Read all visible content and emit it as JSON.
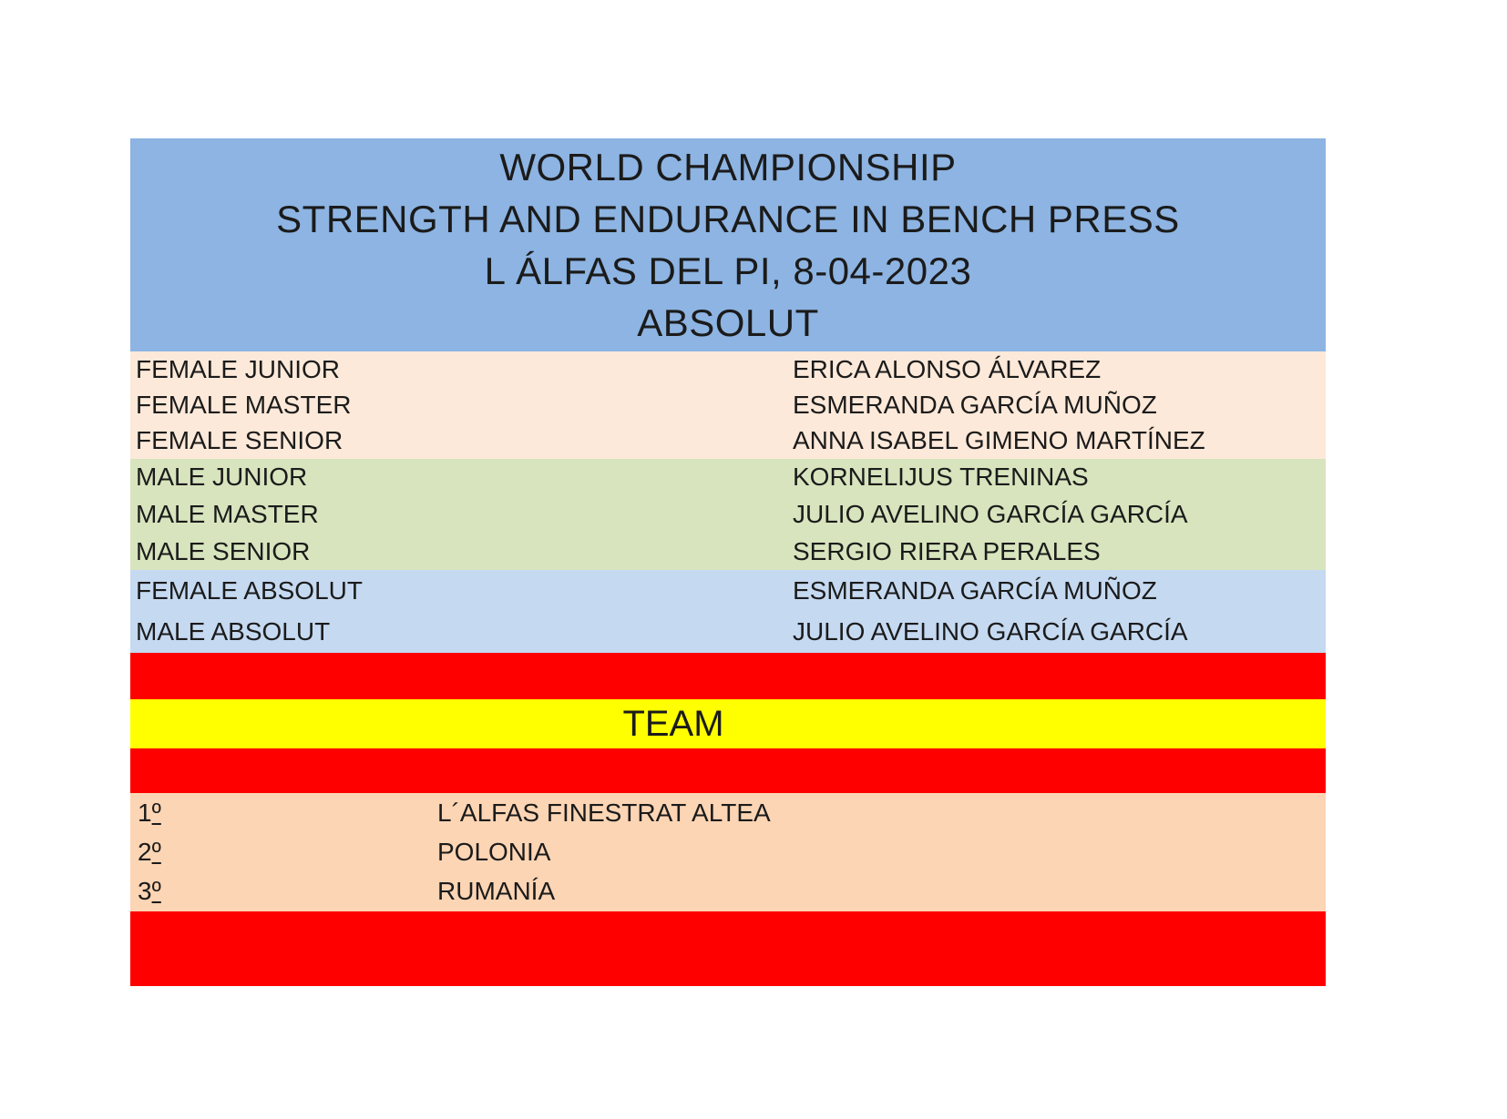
{
  "header": {
    "lines": [
      "WORLD CHAMPIONSHIP",
      "STRENGTH AND ENDURANCE IN BENCH PRESS",
      "L ÁLFAS DEL PI, 8-04-2023",
      "ABSOLUT"
    ],
    "background": "#8db4e2"
  },
  "results": {
    "female": {
      "background": "#fde9d9",
      "rows": [
        {
          "category": "FEMALE JUNIOR",
          "name": "ERICA ALONSO ÁLVAREZ"
        },
        {
          "category": "FEMALE MASTER",
          "name": "ESMERANDA GARCÍA MUÑOZ"
        },
        {
          "category": "FEMALE SENIOR",
          "name": "ANNA ISABEL GIMENO MARTÍNEZ"
        }
      ]
    },
    "male": {
      "background": "#d7e4bd",
      "rows": [
        {
          "category": "MALE JUNIOR",
          "name": "KORNELIJUS TRENINAS"
        },
        {
          "category": "MALE MASTER",
          "name": "JULIO AVELINO GARCÍA GARCÍA"
        },
        {
          "category": "MALE SENIOR",
          "name": "SERGIO RIERA PERALES"
        }
      ]
    },
    "absolut": {
      "background": "#c5d9f1",
      "rows": [
        {
          "category": "FEMALE ABSOLUT",
          "name": "ESMERANDA GARCÍA MUÑOZ"
        },
        {
          "category": "MALE ABSOLUT",
          "name": "JULIO AVELINO GARCÍA GARCÍA"
        }
      ]
    }
  },
  "team": {
    "banner_label": "TEAM",
    "flag_red": "#ff0000",
    "flag_yellow": "#ffff00",
    "background": "#fcd5b4",
    "rows": [
      {
        "rank_number": "1",
        "rank_suffix": "º",
        "name": "L´ALFAS FINESTRAT ALTEA"
      },
      {
        "rank_number": "2",
        "rank_suffix": "º",
        "name": "POLONIA"
      },
      {
        "rank_number": "3",
        "rank_suffix": "º",
        "name": "RUMANÍA"
      }
    ]
  }
}
